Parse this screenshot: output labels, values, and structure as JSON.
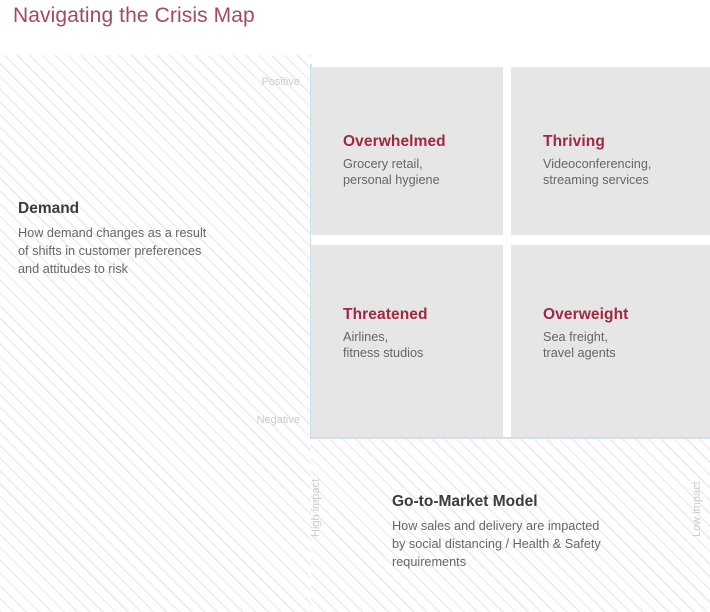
{
  "page": {
    "title": "Navigating the Crisis Map"
  },
  "colors": {
    "title": "#a24a60",
    "quadrant_heading": "#a02846",
    "body_text": "#63666a",
    "block_heading": "#3c3c3c",
    "quadrant_fill": "#e6e6e6",
    "axis_line": "#cfe0ec",
    "axis_label": "#c9cbcd",
    "hatch": "#e2e9f1"
  },
  "axes": {
    "vertical": {
      "name": "Demand",
      "positive_label": "Positive",
      "negative_label": "Negative"
    },
    "horizontal": {
      "name": "Go-to-Market Model",
      "left_label": "High impact",
      "right_label": "Low impact"
    }
  },
  "blocks": {
    "demand": {
      "title": "Demand",
      "description": "How demand changes as a result\nof shifts in customer preferences\nand attitudes to risk"
    },
    "go_to_market": {
      "title": "Go-to-Market Model",
      "description": "How sales and delivery are impacted\nby social distancing / Health & Safety\nrequirements"
    }
  },
  "quadrants": [
    {
      "position": "top-left",
      "title": "Overwhelmed",
      "examples": "Grocery retail,\npersonal hygiene"
    },
    {
      "position": "top-right",
      "title": "Thriving",
      "examples": "Videoconferencing,\nstreaming services"
    },
    {
      "position": "bottom-left",
      "title": "Threatened",
      "examples": "Airlines,\nfitness studios"
    },
    {
      "position": "bottom-right",
      "title": "Overweight",
      "examples": "Sea freight,\ntravel agents"
    }
  ]
}
